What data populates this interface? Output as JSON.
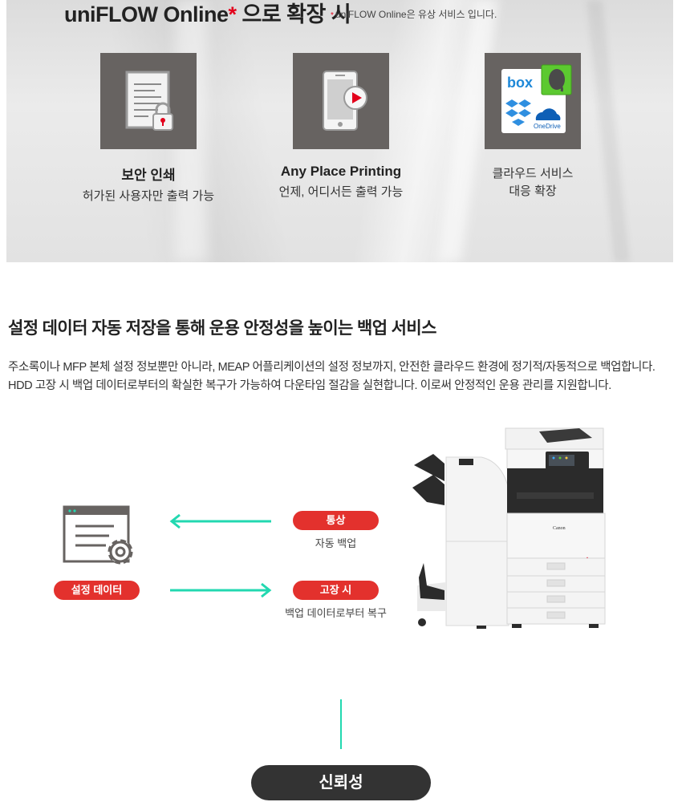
{
  "hero": {
    "title_prefix": "uniFLOW Online",
    "title_star": "*",
    "title_suffix": " 으로 확장 시",
    "note_star": "*",
    "note": "uniFLOW Online은 유상 서비스 입니다.",
    "features": [
      {
        "icon": "secure-document-lock-icon",
        "title": "보안 인쇄",
        "description": "허가된 사용자만 출력 가능"
      },
      {
        "icon": "mobile-play-icon",
        "title": "Any Place Printing",
        "description": "언제, 어디서든 출력 가능"
      },
      {
        "icon": "cloud-services-icon",
        "title": "",
        "description_lines": [
          "클라우드 서비스",
          "대응 확장"
        ],
        "cloud_logos": [
          "box",
          "Evernote",
          "Dropbox",
          "OneDrive"
        ]
      }
    ]
  },
  "section": {
    "title": "설정 데이터 자동 저장을 통해 운용 안정성을 높이는 백업 서비스",
    "description_lines": [
      "주소록이나 MFP 본체 설정 정보뿐만 아니라, MEAP 어플리케이션의 설정 정보까지, 안전한 클라우드 환경에 정기적/자동적으로 백업합니다.",
      "HDD 고장 시 백업 데이터로부터의 확실한 복구가 가능하여 다운타임 절감을 실현합니다. 이로써 안정적인 운용 관리를 지원합니다."
    ]
  },
  "diagram": {
    "settings_label": "설정 데이터",
    "normal_label": "통상",
    "normal_caption": "자동 백업",
    "failure_label": "고장 시",
    "failure_caption": "백업 데이터로부터 복구",
    "printer_brand": "Canon",
    "colors": {
      "pill": "#e3312d",
      "arrow": "#22d8b0",
      "icon": "#676361"
    }
  },
  "footer": {
    "reliability_label": "신뢰성"
  },
  "colors": {
    "accent_red": "#e3001b",
    "tile_gray": "#676361",
    "dark_pill": "#333333",
    "teal": "#22d8b0"
  }
}
